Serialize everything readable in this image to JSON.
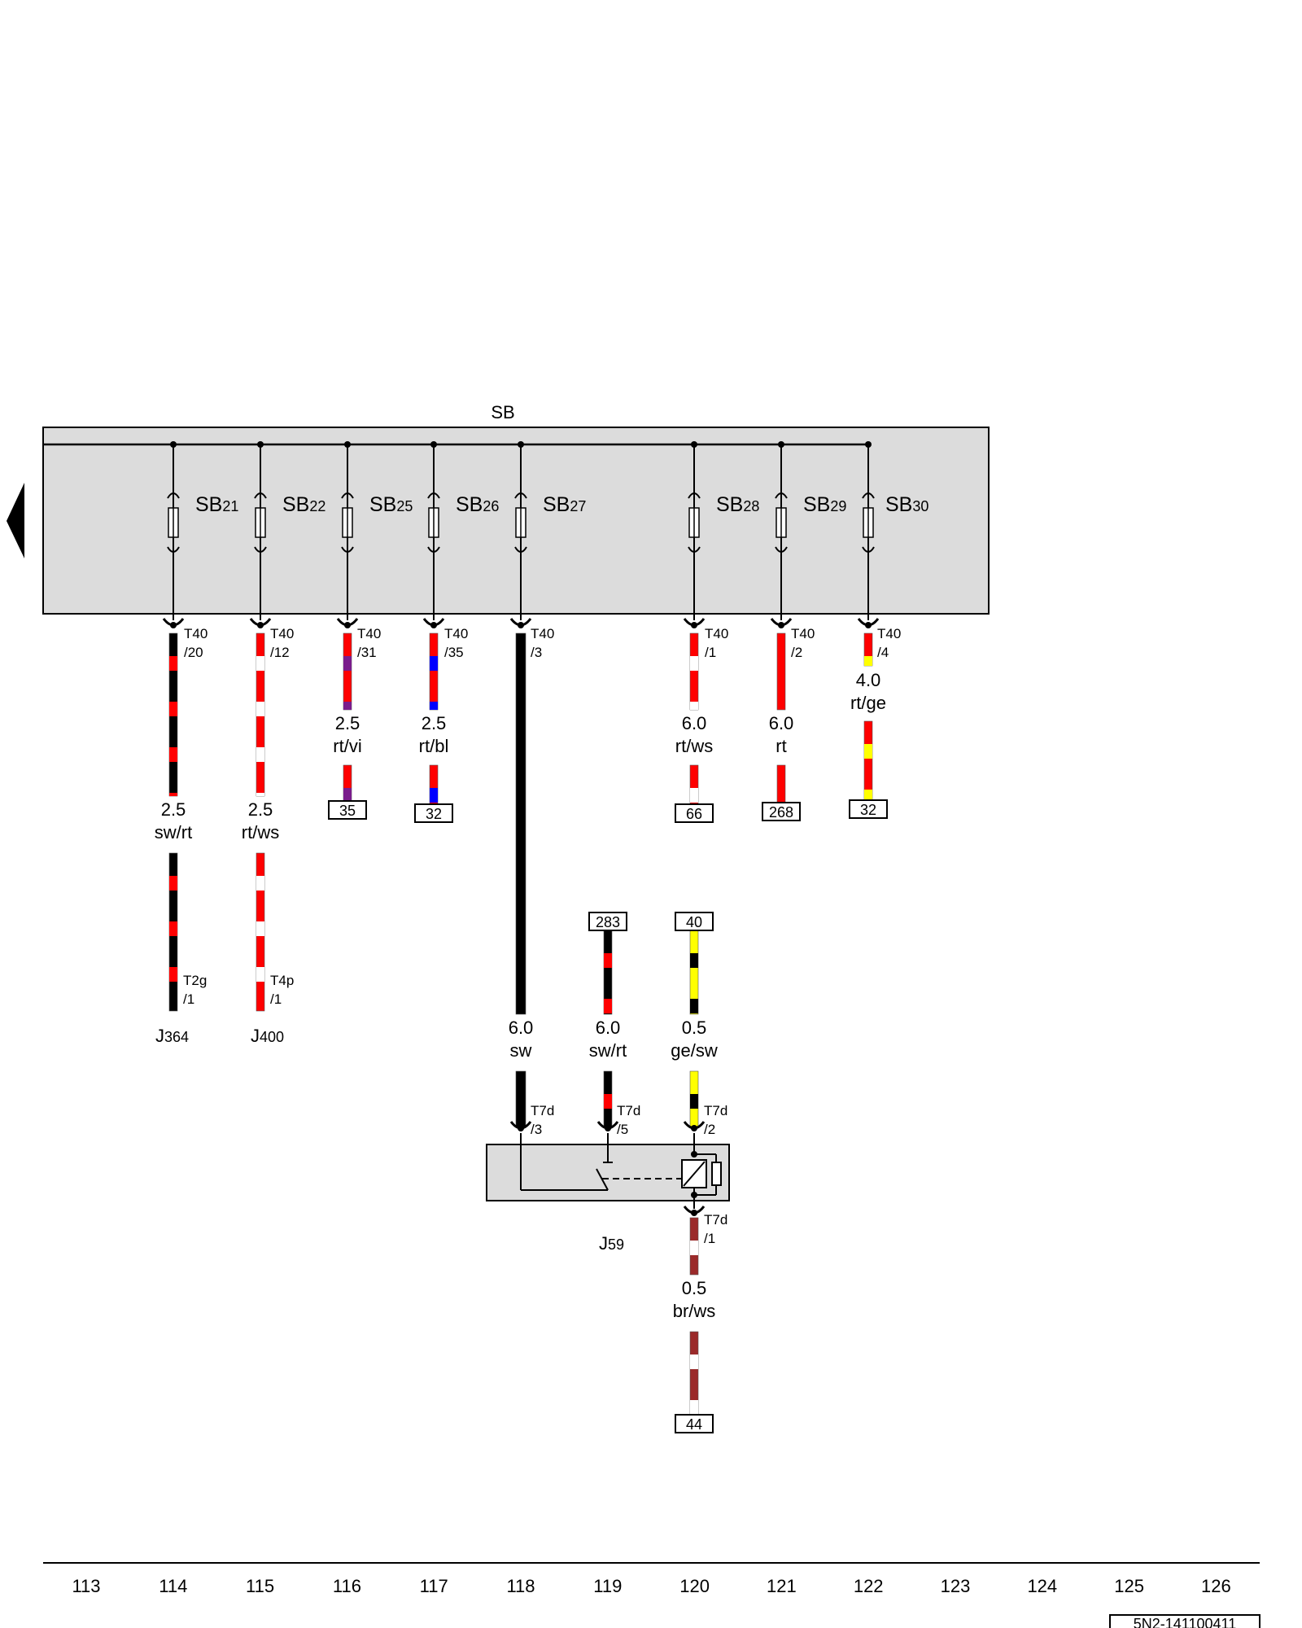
{
  "sb_label": "SB",
  "sb_prefix": "SB",
  "fuses": [
    {
      "num": "21"
    },
    {
      "num": "22"
    },
    {
      "num": "25"
    },
    {
      "num": "26"
    },
    {
      "num": "27"
    },
    {
      "num": "28"
    },
    {
      "num": "29"
    },
    {
      "num": "30"
    }
  ],
  "connectors": [
    {
      "name": "T40",
      "pin": "/20"
    },
    {
      "name": "T40",
      "pin": "/12"
    },
    {
      "name": "T40",
      "pin": "/31"
    },
    {
      "name": "T40",
      "pin": "/35"
    },
    {
      "name": "T40",
      "pin": "/3"
    },
    {
      "name": "T40",
      "pin": "/1"
    },
    {
      "name": "T40",
      "pin": "/2"
    },
    {
      "name": "T40",
      "pin": "/4"
    },
    {
      "name": "T2g",
      "pin": "/1"
    },
    {
      "name": "T4p",
      "pin": "/1"
    },
    {
      "name": "T7d",
      "pin": "/3"
    },
    {
      "name": "T7d",
      "pin": "/5"
    },
    {
      "name": "T7d",
      "pin": "/2"
    },
    {
      "name": "T7d",
      "pin": "/1"
    }
  ],
  "wires": [
    {
      "size": "2.5",
      "color": "sw/rt"
    },
    {
      "size": "2.5",
      "color": "rt/ws"
    },
    {
      "size": "2.5",
      "color": "rt/vi"
    },
    {
      "size": "2.5",
      "color": "rt/bl"
    },
    {
      "size": "6.0",
      "color": "rt/ws"
    },
    {
      "size": "6.0",
      "color": "rt"
    },
    {
      "size": "4.0",
      "color": "rt/ge"
    },
    {
      "size": "6.0",
      "color": "sw"
    },
    {
      "size": "6.0",
      "color": "sw/rt"
    },
    {
      "size": "0.5",
      "color": "ge/sw"
    },
    {
      "size": "0.5",
      "color": "br/ws"
    }
  ],
  "refs": [
    "35",
    "32",
    "66",
    "268",
    "32",
    "283",
    "40",
    "44"
  ],
  "components": [
    {
      "letter": "J",
      "num": "364"
    },
    {
      "letter": "J",
      "num": "400"
    },
    {
      "letter": "J",
      "num": "59"
    }
  ],
  "columns": [
    "113",
    "114",
    "115",
    "116",
    "117",
    "118",
    "119",
    "120",
    "121",
    "122",
    "123",
    "124",
    "125",
    "126"
  ],
  "doc_id": "5N2-141100411",
  "colors": {
    "panel": "#dcdcdc",
    "black": "#000000",
    "red": "#ff0000",
    "white": "#ffffff",
    "violet": "#7a1c8c",
    "blue": "#0000ff",
    "yellow": "#ffff00",
    "brown": "#9b2a2a"
  }
}
